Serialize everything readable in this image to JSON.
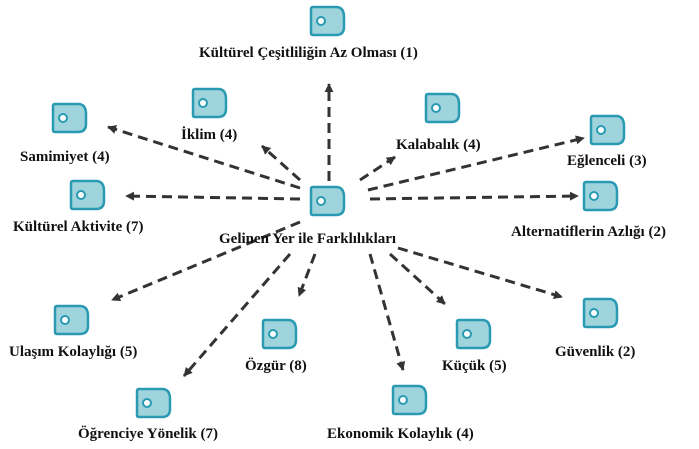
{
  "center": {
    "label": "Gelinen Yer ile Farklılıkları",
    "icon": "tag-icon"
  },
  "nodes": [
    {
      "key": "kulturel-cesitlilik",
      "label": "Kültürel Çeşitliliğin Az Olması (1)",
      "icon": "tag-icon"
    },
    {
      "key": "iklim",
      "label": "İklim (4)",
      "icon": "tag-icon"
    },
    {
      "key": "kalabalik",
      "label": "Kalabalık (4)",
      "icon": "tag-icon"
    },
    {
      "key": "samimiyet",
      "label": "Samimiyet (4)",
      "icon": "tag-icon"
    },
    {
      "key": "eglenceli",
      "label": "Eğlenceli (3)",
      "icon": "tag-icon"
    },
    {
      "key": "kulturel-aktivite",
      "label": "Kültürel Aktivite (7)",
      "icon": "tag-icon"
    },
    {
      "key": "alternatiflerin-azligi",
      "label": "Alternatiflerin Azlığı (2)",
      "icon": "tag-icon"
    },
    {
      "key": "ulasim-kolayligi",
      "label": "Ulaşım Kolaylığı (5)",
      "icon": "tag-icon"
    },
    {
      "key": "ozgur",
      "label": "Özgür (8)",
      "icon": "tag-icon"
    },
    {
      "key": "kucuk",
      "label": "Küçük (5)",
      "icon": "tag-icon"
    },
    {
      "key": "guvenlik",
      "label": "Güvenlik (2)",
      "icon": "tag-icon"
    },
    {
      "key": "ogrenciye-yonelik",
      "label": "Öğrenciye Yönelik (7)",
      "icon": "tag-icon"
    },
    {
      "key": "ekonomik-kolaylik",
      "label": "Ekonomik Kolaylık (4)",
      "icon": "tag-icon"
    }
  ],
  "colors": {
    "icon_fill": "#9fd4dc",
    "icon_stroke": "#2a9ab3",
    "arrow": "#333333"
  }
}
